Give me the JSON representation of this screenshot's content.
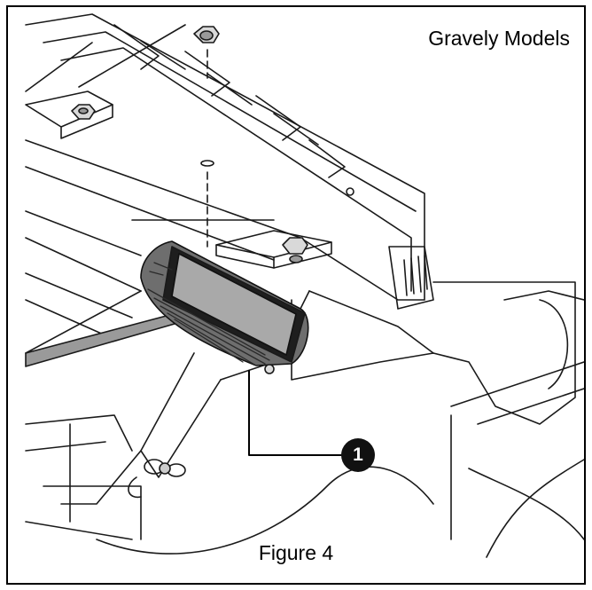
{
  "header": {
    "model_label": "Gravely Models"
  },
  "caption": {
    "figure_label": "Figure 4"
  },
  "callouts": [
    {
      "number": "1",
      "target": "light-assembly"
    }
  ],
  "illustration": {
    "parts": [
      "mounting-bracket",
      "flange-nut",
      "light-assembly",
      "light-lens",
      "mounting-bolt",
      "hitch-pin"
    ]
  },
  "colors": {
    "line": "#1a1a1a",
    "lens": "#a9a9a9",
    "light_body": "#6e6e6e",
    "frame": "#000000"
  }
}
